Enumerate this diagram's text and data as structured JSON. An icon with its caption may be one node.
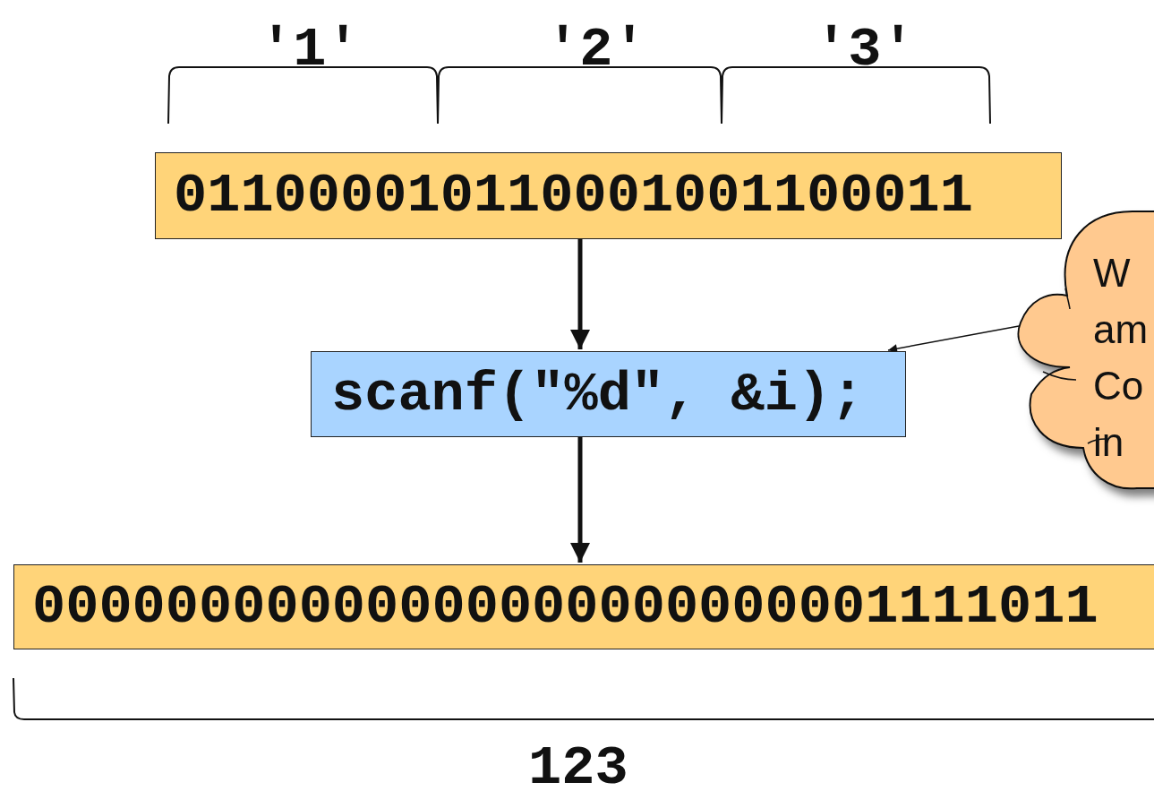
{
  "diagram": {
    "nodes": [
      {
        "text": [
          "011000010110001001100011"
        ]
      },
      {
        "text": [
          "scanf(\"%d\", &i);"
        ]
      },
      {
        "text": [
          "00000000000000000000000001111011"
        ]
      },
      {
        "text": [
          "W am Co in"
        ]
      }
    ],
    "edges": [
      {
        "from": 0,
        "to": 1,
        "arrow": "to"
      },
      {
        "from": 1,
        "to": 2,
        "arrow": "to"
      },
      {
        "from": 3,
        "to": 1,
        "arrow": "to"
      }
    ],
    "labels": [
      "'1'",
      "'2'",
      "'3'",
      "123"
    ]
  }
}
